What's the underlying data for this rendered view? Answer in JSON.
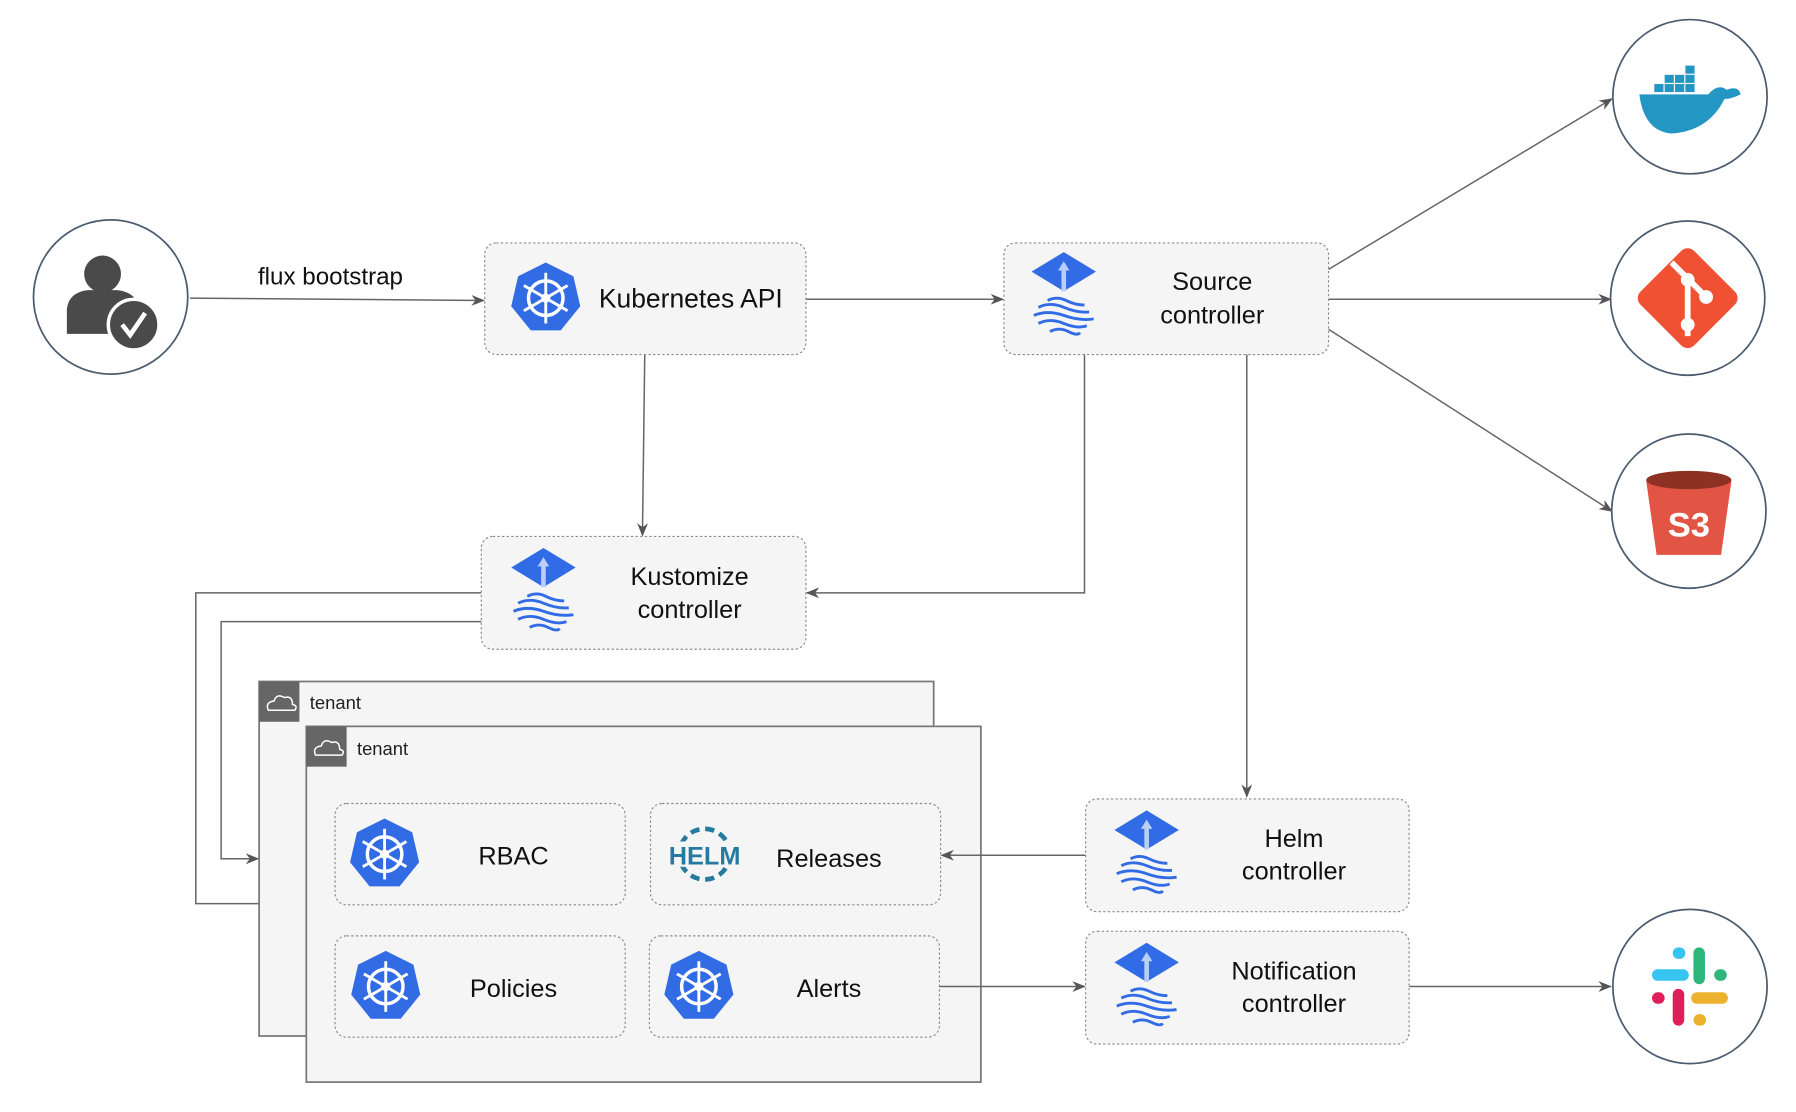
{
  "edges": {
    "bootstrap_label": "flux bootstrap"
  },
  "nodes": {
    "kubernetes_api": "Kubernetes API",
    "source_controller": [
      "Source",
      "controller"
    ],
    "kustomize_controller": [
      "Kustomize",
      "controller"
    ],
    "helm_controller": [
      "Helm",
      "controller"
    ],
    "notification_controller": [
      "Notification",
      "controller"
    ]
  },
  "tenants": [
    "tenant",
    "tenant"
  ],
  "tenant_items": {
    "rbac": "RBAC",
    "releases": "Releases",
    "policies": "Policies",
    "alerts": "Alerts",
    "helm_logo": "HELM"
  },
  "external": {
    "docker": "docker-icon",
    "git": "git-icon",
    "s3": "S3",
    "slack": "slack-icon"
  },
  "colors": {
    "kubernetes": "#326ce5",
    "flux": "#316ce6",
    "git": "#f05133",
    "s3": "#e25444",
    "docker": "#2496c4",
    "helm": "#277a9f"
  }
}
